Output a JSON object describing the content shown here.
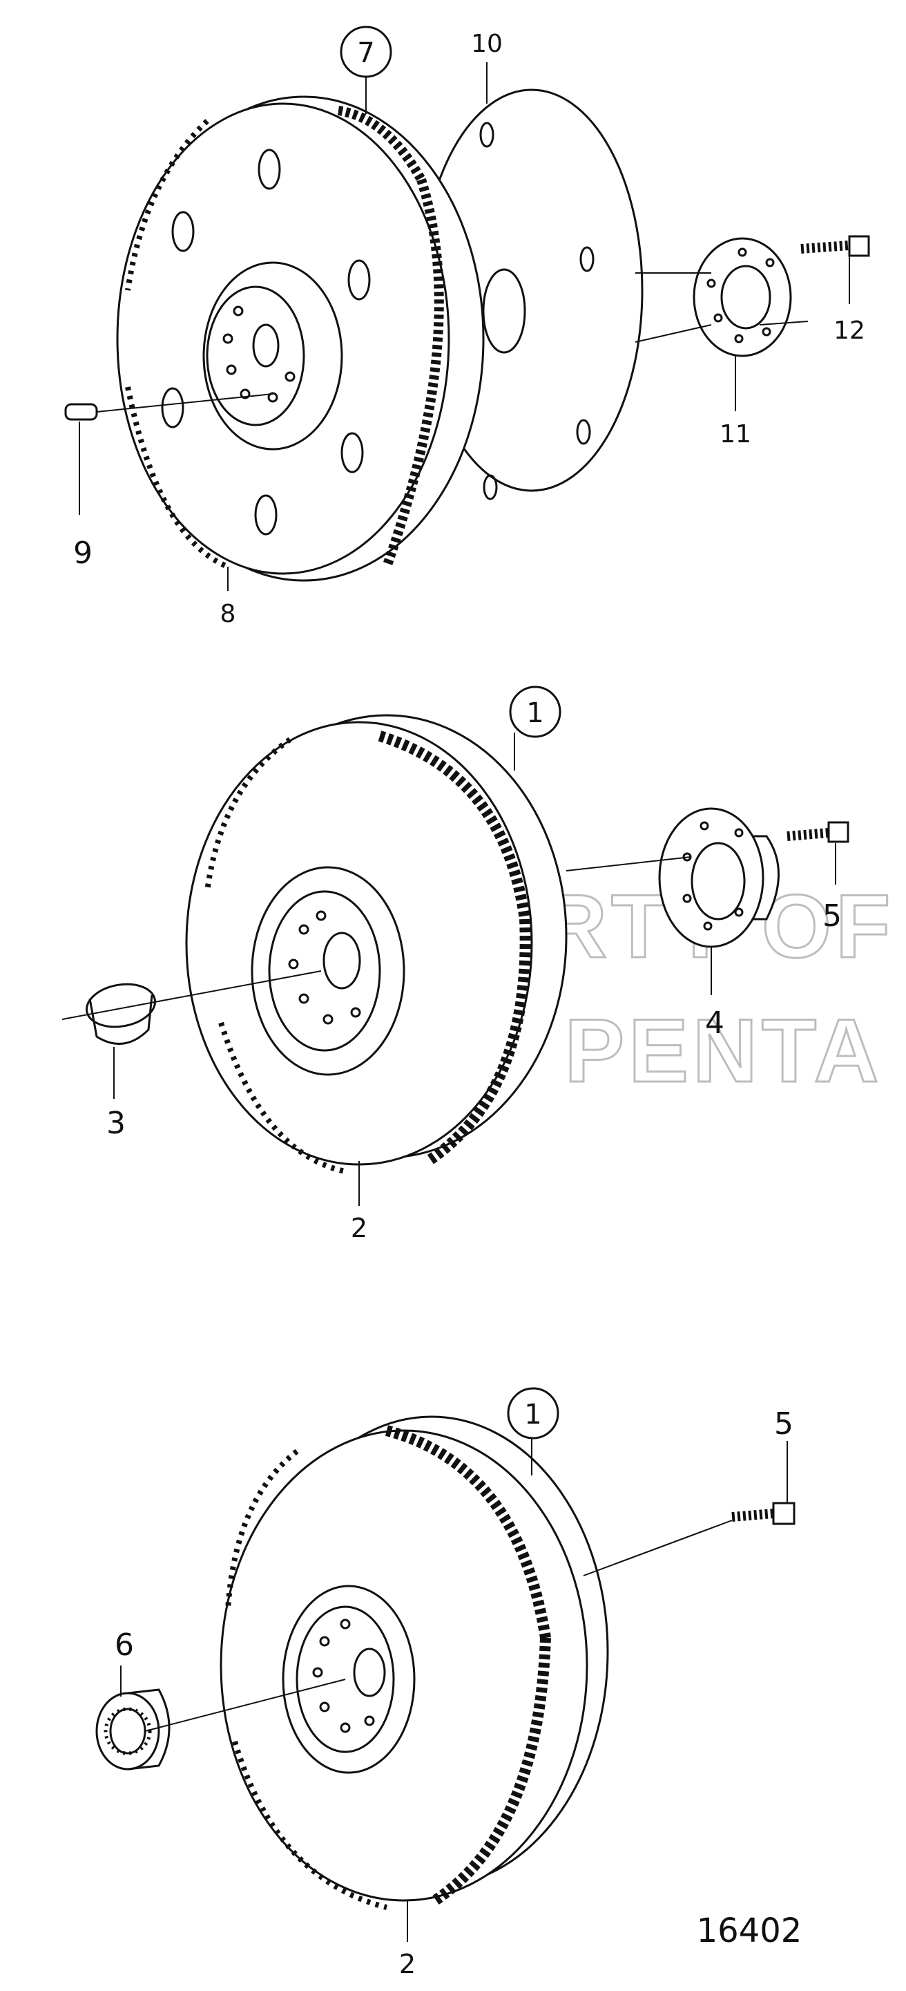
{
  "drawing_number": "16402",
  "watermark": {
    "line1": "PROPERTY OF",
    "line2": "VOLVO PENTA"
  },
  "callouts": {
    "top": {
      "flywheel_circled": "7",
      "flex_plate": "10",
      "screw": "12",
      "washer": "11",
      "pin": "9",
      "ring_gear": "8"
    },
    "middle": {
      "flywheel_circled": "1",
      "screw": "5",
      "hub": "4",
      "bushing": "3",
      "ring_gear": "2"
    },
    "bottom": {
      "flywheel_circled": "1",
      "screw": "5",
      "bearing": "6",
      "ring_gear": "2"
    }
  },
  "colors": {
    "line": "#111111",
    "watermark": "#bdbdbd",
    "background": "#ffffff"
  }
}
